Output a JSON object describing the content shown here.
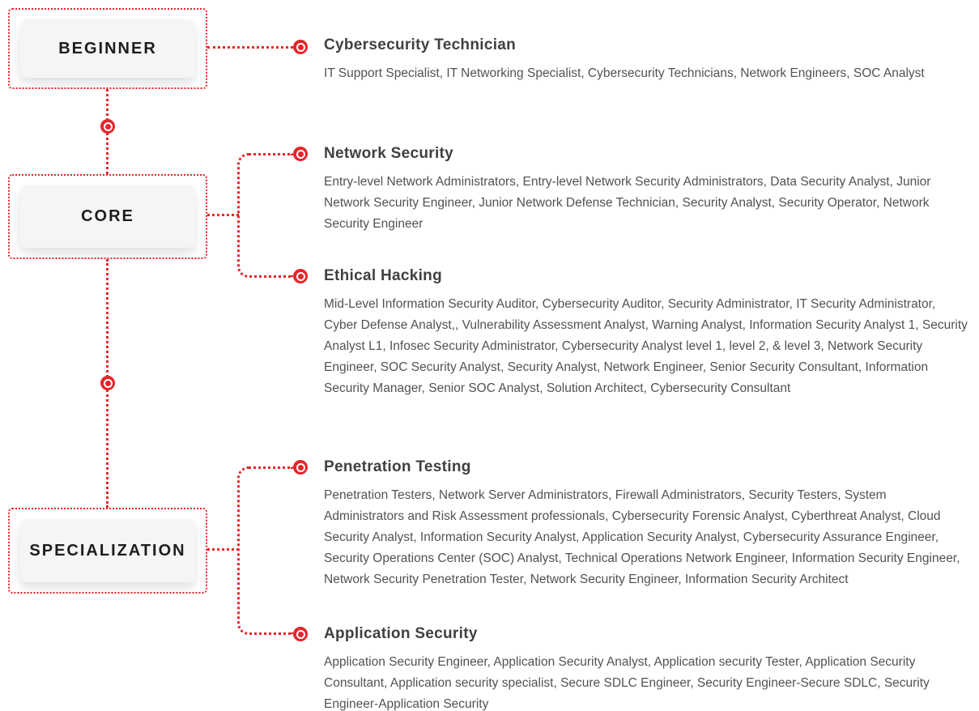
{
  "palette": {
    "accent_red": "#e5262b",
    "heading_gray": "#3f4040",
    "body_gray": "#525252",
    "card_bg": "#f5f5f5",
    "background": "#ffffff"
  },
  "levels": [
    {
      "label": "BEGINNER"
    },
    {
      "label": "CORE"
    },
    {
      "label": "SPECIALIZATION"
    }
  ],
  "tracks": [
    {
      "title": "Cybersecurity Technician",
      "roles": "IT Support Specialist, IT Networking Specialist, Cybersecurity Technicians, Network Engineers, SOC Analyst"
    },
    {
      "title": "Network Security",
      "roles": "Entry-level Network Administrators, Entry-level Network Security Administrators, Data Security Analyst, Junior Network Security Engineer, Junior Network Defense Technician, Security Analyst, Security Operator, Network Security Engineer"
    },
    {
      "title": "Ethical Hacking",
      "roles": "Mid-Level Information Security Auditor, Cybersecurity Auditor, Security Administrator, IT Security Administrator, Cyber Defense Analyst,, Vulnerability Assessment Analyst, Warning Analyst, Information Security Analyst 1, Security Analyst L1, Infosec Security Administrator, Cybersecurity Analyst level 1, level 2, & level 3, Network Security Engineer, SOC Security Analyst, Security Analyst, Network Engineer, Senior Security Consultant, Information Security Manager, Senior SOC Analyst, Solution Architect, Cybersecurity Consultant"
    },
    {
      "title": "Penetration Testing",
      "roles": "Penetration Testers, Network Server Administrators, Firewall Administrators, Security Testers, System Administrators and Risk Assessment professionals, Cybersecurity Forensic Analyst, Cyberthreat Analyst, Cloud Security Analyst, Information Security Analyst, Application Security Analyst, Cybersecurity Assurance Engineer, Security Operations Center (SOC) Analyst, Technical Operations Network Engineer, Information Security Engineer, Network Security Penetration Tester, Network Security Engineer, Information Security Architect"
    },
    {
      "title": "Application Security",
      "roles": "Application Security Engineer, Application Security Analyst, Application security Tester, Application Security Consultant, Application security specialist, Secure SDLC Engineer, Security Engineer-Secure SDLC, Security Engineer-Application Security"
    }
  ]
}
